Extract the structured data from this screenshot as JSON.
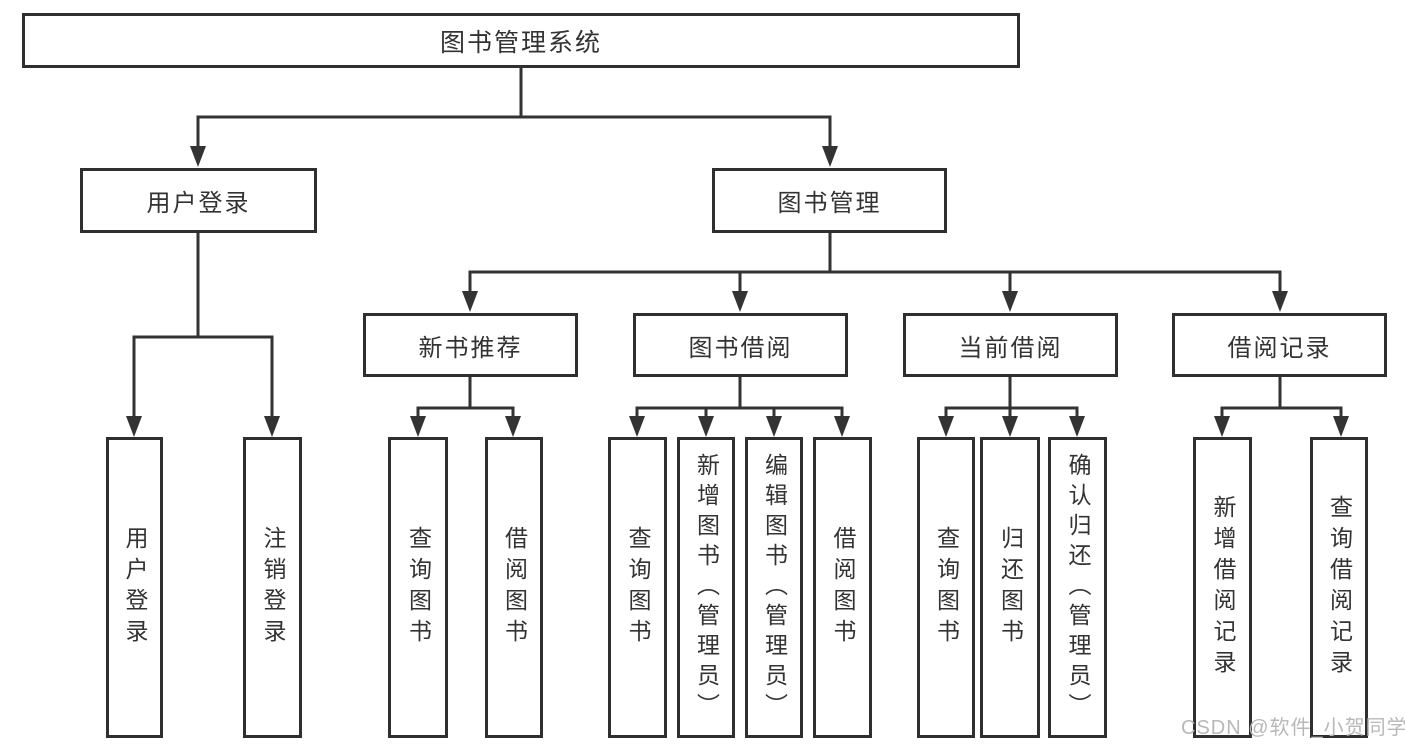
{
  "diagram": {
    "root": "图书管理系统",
    "level2": [
      "用户登录",
      "图书管理"
    ],
    "level3": [
      "新书推荐",
      "图书借阅",
      "当前借阅",
      "借阅记录"
    ],
    "user_login_children": [
      "用户登录",
      "注销登录"
    ],
    "new_book_children": [
      "查询图书",
      "借阅图书"
    ],
    "book_borrow_children": [
      "查询图书",
      "新增图书（管理员）",
      "编辑图书（管理员）",
      "借阅图书"
    ],
    "current_borrow_children": [
      "查询图书",
      "归还图书",
      "确认归还（管理员）"
    ],
    "borrow_record_children": [
      "新增借阅记录",
      "查询借阅记录"
    ]
  },
  "watermark": "CSDN @软件_小贺同学",
  "colors": {
    "line": "#333333",
    "border": "#2f2f2f",
    "text": "#333333",
    "watermark_text": "#b8b8b8",
    "background": "#ffffff"
  }
}
